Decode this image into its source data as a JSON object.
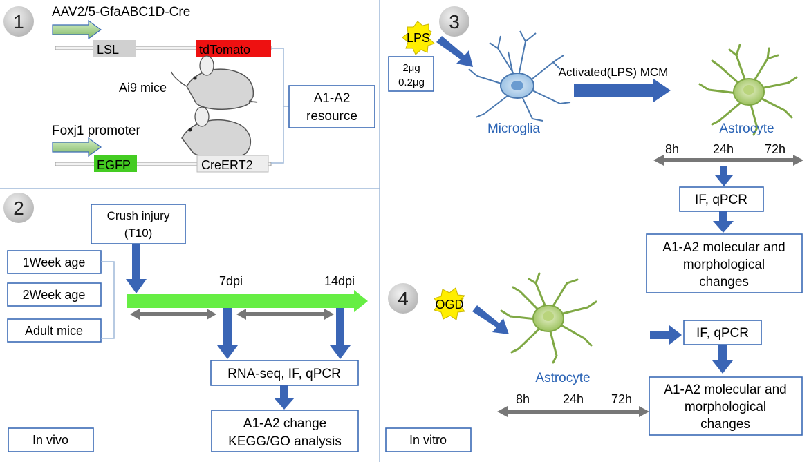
{
  "panels": {
    "p1": {
      "number": "1",
      "vector_label": "AAV2/5-GfaABC1D-Cre",
      "lsl_label": "LSL",
      "tdtomato_label": "tdTomato",
      "ai9_label": "Ai9 mice",
      "foxj1_label": "Foxj1 promoter",
      "egfp_label": "EGFP",
      "creert2_label": "CreERT2",
      "resource_line1": "A1-A2",
      "resource_line2": "resource"
    },
    "p2": {
      "number": "2",
      "crush_line1": "Crush injury",
      "crush_line2": "(T10)",
      "age_items": [
        "1Week age",
        "2Week age",
        "Adult mice"
      ],
      "dpi_7": "7dpi",
      "dpi_14": "14dpi",
      "methods_label": "RNA-seq, IF, qPCR",
      "change_line1": "A1-A2 change",
      "change_line2": "KEGG/GO analysis",
      "footer_label": "In vivo"
    },
    "p3": {
      "number": "3",
      "lps_label": "LPS",
      "dose_line1": "2μg",
      "dose_line2": "0.2μg",
      "microglia_label": "Microglia",
      "activated_label": "Activated(LPS) MCM",
      "astrocyte_label": "Astrocyte",
      "time_labels": [
        "8h",
        "24h",
        "72h"
      ],
      "methods_label": "IF, qPCR",
      "result_lines": [
        "A1-A2 molecular and",
        "morphological",
        "changes"
      ]
    },
    "p4": {
      "number": "4",
      "ogd_label": "OGD",
      "astrocyte_label": "Astrocyte",
      "time_labels": [
        "8h",
        "24h",
        "72h"
      ],
      "methods_label": "IF, qPCR",
      "result_lines": [
        "A1-A2 molecular and",
        "morphological",
        "changes"
      ],
      "footer_label": "In vitro"
    }
  },
  "colors": {
    "box_border": "#3b6bb5",
    "blue_arrow": "#3a65b5",
    "gray_arrow": "#777777",
    "green_bar": "#66ee44",
    "tdtomato_red": "#ee1111",
    "egfp_green": "#44cc22",
    "star_yellow": "#ffee00",
    "cell_label_blue": "#2a63b5",
    "microglia_blue": "#a8cbe8",
    "astrocyte_green": "#a9c96a",
    "circle_gray": "#d3d3d3"
  }
}
